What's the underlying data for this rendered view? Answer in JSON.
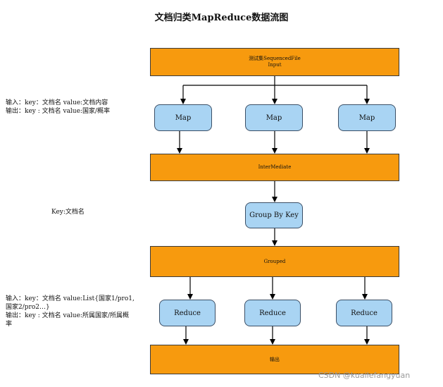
{
  "title": "文档归类MapReduce数据流图",
  "input_box": {
    "line1": "测试集SequencedFile",
    "line2": "Input"
  },
  "map_nodes": [
    "Map",
    "Map",
    "Map"
  ],
  "intermediate_box": "InterMediate",
  "group_node": "Group By Key",
  "grouped_box": "Grouped",
  "reduce_nodes": [
    "Reduce",
    "Reduce",
    "Reduce"
  ],
  "output_box": "输出",
  "notes": {
    "map_io": "输入：key：文档名 value:文档内容\n输出：key : 文档名 value:国家/概率",
    "group_key": "Key:文档名",
    "reduce_io": "输入：key：文档名 value:List{国家1/pro1,\n国家2/pro2…}\n输出：key : 文档名 value:所属国家/所属概\n率"
  },
  "watermark": "CSDN @kuailefangyuan",
  "colors": {
    "bar_fill": "#f79a0e",
    "node_fill": "#a9d4f3",
    "node_border": "#3b4f66"
  }
}
